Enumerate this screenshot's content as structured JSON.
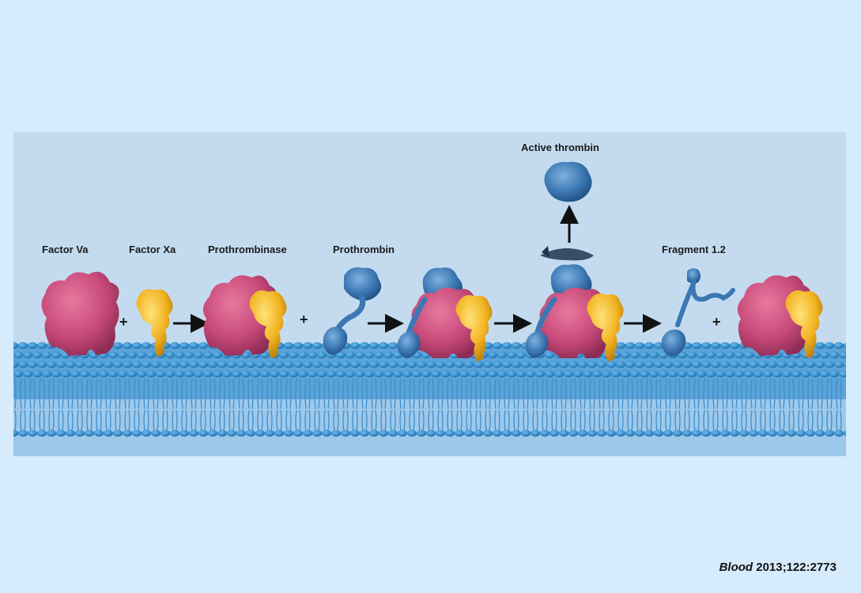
{
  "labels": {
    "factor_va": "Factor Va",
    "factor_xa": "Factor Xa",
    "prothrombinase": "Prothrombinase",
    "prothrombin": "Prothrombin",
    "active_thrombin": "Active thrombin",
    "fragment": "Fragment 1.2"
  },
  "plus_sign": "+",
  "citation": {
    "journal": "Blood",
    "ref": " 2013;122:2773"
  },
  "colors": {
    "background": "#d6ebfc",
    "panel": "#c4dbef",
    "factor_va": "#c84a7a",
    "factor_xa": "#f2b321",
    "prothrombin": "#3b77b3",
    "membrane": "#2f8ac7"
  }
}
